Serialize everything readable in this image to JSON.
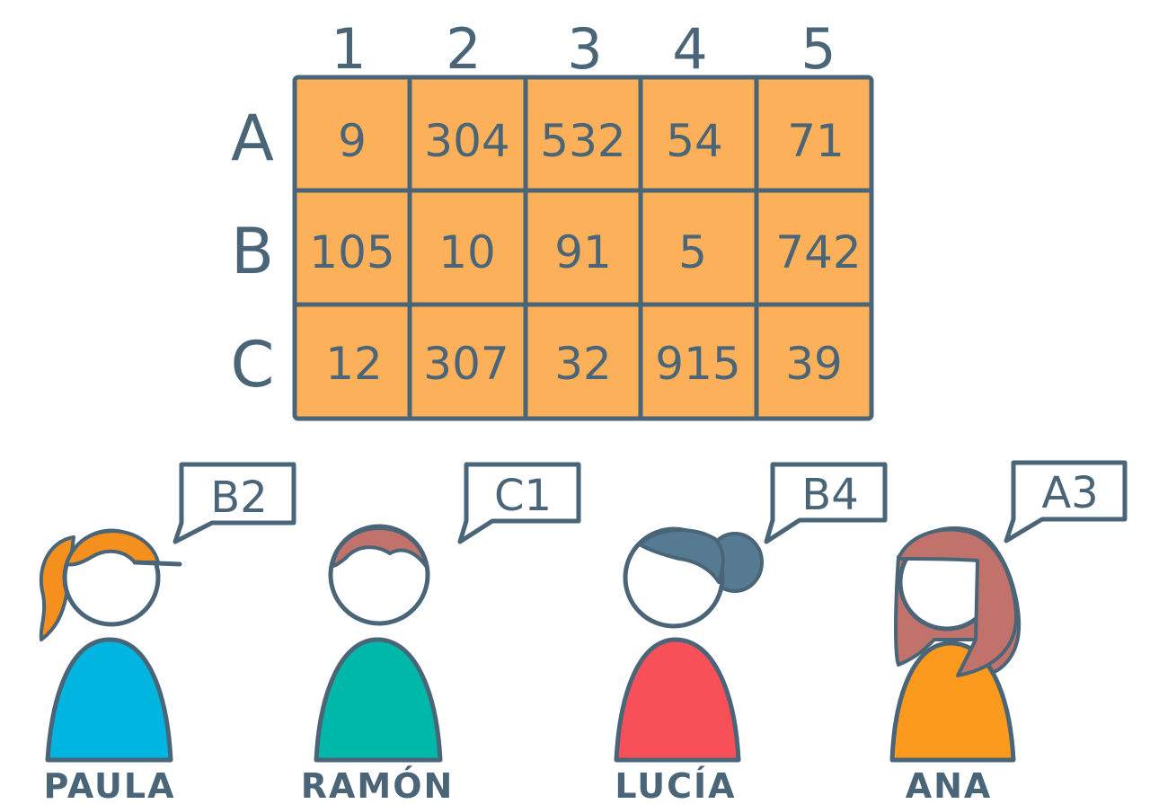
{
  "colors": {
    "ink": "#4a6577",
    "cell_fill": "#fbb059",
    "paula_shirt": "#00b5df",
    "paula_hair": "#f5901e",
    "ramon_shirt": "#00b8a9",
    "ramon_hair": "#c0726b",
    "lucia_shirt": "#f75058",
    "lucia_hair": "#557a92",
    "ana_shirt": "#fb9a1c",
    "ana_hair": "#c0726b"
  },
  "grid": {
    "column_headers": [
      "1",
      "2",
      "3",
      "4",
      "5"
    ],
    "row_headers": [
      "A",
      "B",
      "C"
    ],
    "rows": [
      [
        "9",
        "304",
        "532",
        "54",
        "71"
      ],
      [
        "105",
        "10",
        "91",
        "5",
        "742"
      ],
      [
        "12",
        "307",
        "32",
        "915",
        "39"
      ]
    ]
  },
  "people": [
    {
      "name": "PAULA",
      "says": "B2",
      "icon": "girl-ponytail-icon"
    },
    {
      "name": "RAMÓN",
      "says": "C1",
      "icon": "boy-icon"
    },
    {
      "name": "LUCÍA",
      "says": "B4",
      "icon": "girl-bun-icon"
    },
    {
      "name": "ANA",
      "says": "A3",
      "icon": "girl-long-hair-icon"
    }
  ]
}
